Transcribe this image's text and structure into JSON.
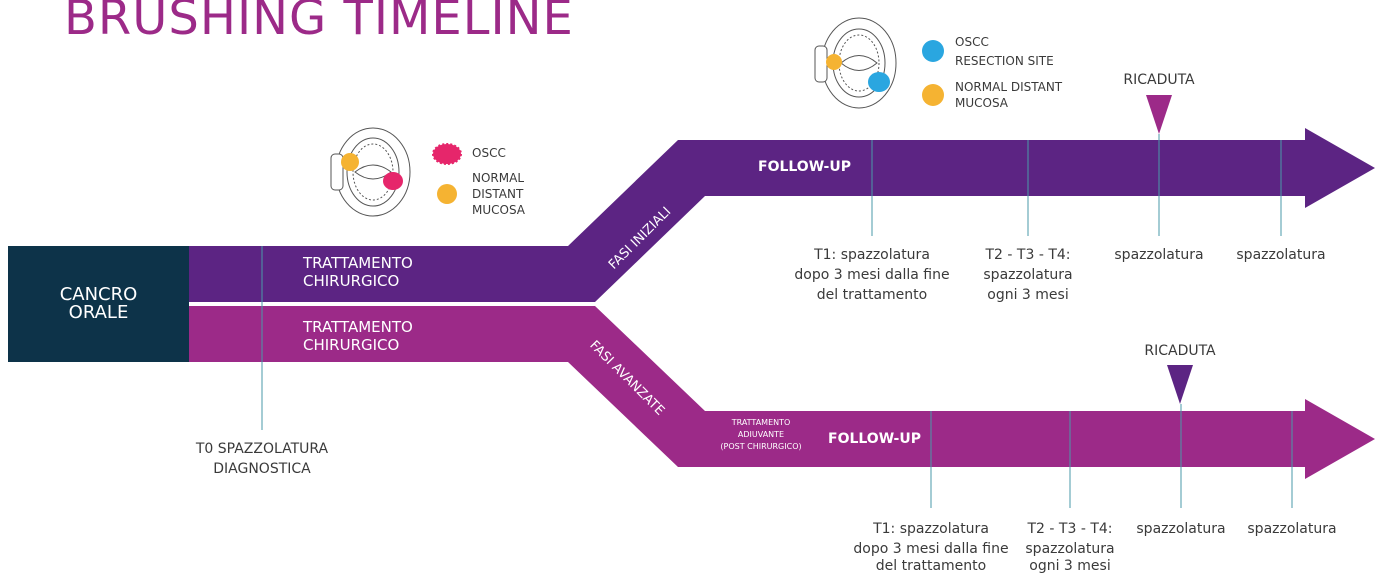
{
  "title": "BRUSHING TIMELINE",
  "colors": {
    "purple_dark": "#5c2483",
    "purple_light": "#9c2a88",
    "navy": "#0d3349",
    "oscc": "#e6266b",
    "normal_mucosa": "#f5b332",
    "resection_site": "#2aa6e0"
  },
  "start_box": {
    "line1": "CANCRO",
    "line2": "ORALE"
  },
  "treatment_upper": {
    "line1": "TRATTAMENTO",
    "line2": "CHIRURGICO"
  },
  "treatment_lower": {
    "line1": "TRATTAMENTO",
    "line2": "CHIRURGICO"
  },
  "t0": {
    "line1": "T0 SPAZZOLATURA",
    "line2": "DIAGNOSTICA"
  },
  "legend_first": {
    "icon": "mouth-icon",
    "oscc": "OSCC",
    "normal_1": "NORMAL",
    "normal_2": "DISTANT",
    "normal_3": "MUCOSA"
  },
  "legend_second": {
    "icon": "mouth-icon",
    "resection_1": "OSCC",
    "resection_2": "RESECTION SITE",
    "normal_1": "NORMAL DISTANT",
    "normal_2": "MUCOSA"
  },
  "branch_early": {
    "label": "FASI INIZIALI",
    "follow_up": "FOLLOW-UP",
    "relapse": "RICADUTA",
    "t1": {
      "line1": "T1: spazzolatura",
      "line2": "dopo 3 mesi dalla fine",
      "line3": "del trattamento"
    },
    "t2": {
      "line1": "T2 - T3 - T4:",
      "line2": "spazzolatura",
      "line3": "ogni 3 mesi"
    },
    "brush_a": "spazzolatura",
    "brush_b": "spazzolatura"
  },
  "branch_advanced": {
    "label": "FASI AVANZATE",
    "adjuvant": {
      "line1": "TRATTAMENTO",
      "line2": "ADIUVANTE",
      "line3": "(POST CHIRURGICO)"
    },
    "follow_up": "FOLLOW-UP",
    "relapse": "RICADUTA",
    "t1": {
      "line1": "T1: spazzolatura",
      "line2": "dopo 3 mesi dalla fine",
      "line3": "del trattamento"
    },
    "t2": {
      "line1": "T2 - T3 - T4:",
      "line2": "spazzolatura",
      "line3": "ogni 3 mesi"
    },
    "brush_a": "spazzolatura",
    "brush_b": "spazzolatura"
  }
}
